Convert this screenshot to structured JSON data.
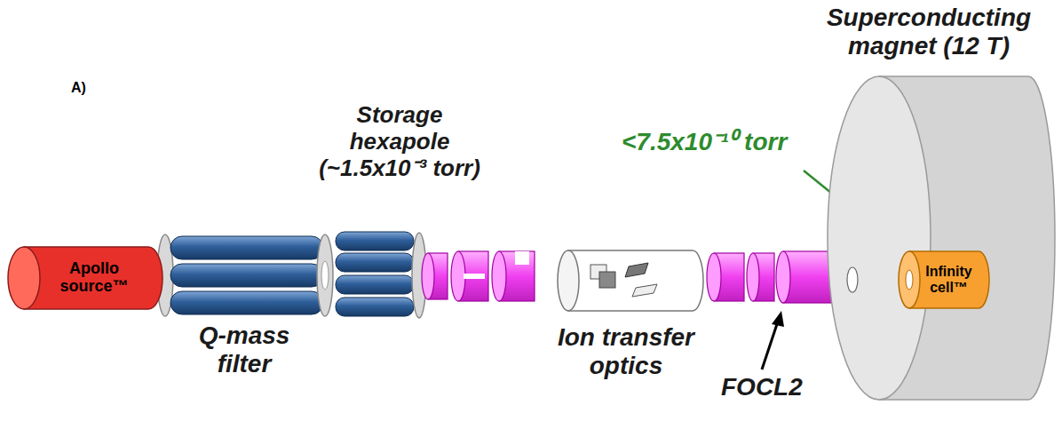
{
  "diagram": {
    "nodes": [
      {
        "text": [
          "Apollo source™"
        ]
      },
      {
        "text": [
          "Superconducting magnet (12 T)"
        ]
      },
      {
        "text": [
          "Infinity cell™"
        ],
        "in": 1
      }
    ],
    "labels": [
      "A)",
      "Q-mass filter",
      "Storage hexapole (~1.5x10⁻³ torr)",
      "Ion transfer optics",
      "FOCL2",
      "<7.5x10⁻¹⁰ torr"
    ]
  }
}
